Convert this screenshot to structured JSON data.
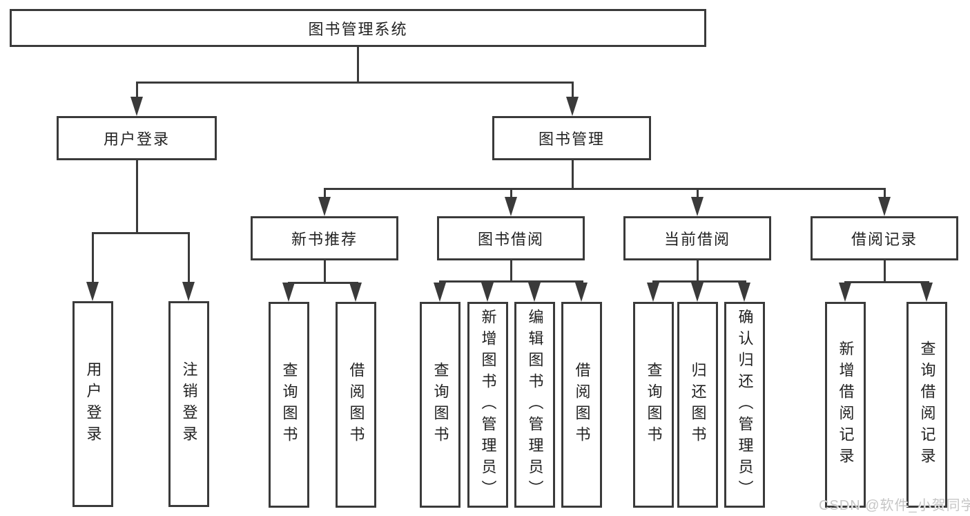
{
  "colors": {
    "line": "#3a3a3a",
    "text": "#222222",
    "background": "#ffffff",
    "watermark": "#c6c6c6"
  },
  "root": {
    "label": "图书管理系统"
  },
  "branches": {
    "user_login": {
      "label": "用户登录",
      "children": {
        "login": {
          "label": "用户登录"
        },
        "logout": {
          "label": "注销登录"
        }
      }
    },
    "book_management": {
      "label": "图书管理",
      "children": {
        "new_book_recommend": {
          "label": "新书推荐",
          "children": {
            "query_books": {
              "label": "查询图书"
            },
            "borrow_books": {
              "label": "借阅图书"
            }
          }
        },
        "book_borrowing": {
          "label": "图书借阅",
          "children": {
            "query_books": {
              "label": "查询图书"
            },
            "add_books": {
              "label": "新增图书（管理员）"
            },
            "edit_books": {
              "label": "编辑图书（管理员）"
            },
            "borrow_books": {
              "label": "借阅图书"
            }
          }
        },
        "current_borrowing": {
          "label": "当前借阅",
          "children": {
            "query_books": {
              "label": "查询图书"
            },
            "return_books": {
              "label": "归还图书"
            },
            "confirm_return": {
              "label": "确认归还（管理员）"
            }
          }
        },
        "borrowing_records": {
          "label": "借阅记录",
          "children": {
            "add_record": {
              "label": "新增借阅记录"
            },
            "query_record": {
              "label": "查询借阅记录"
            }
          }
        }
      }
    }
  },
  "watermark": {
    "text": "CSDN @软件_小贺同学"
  }
}
